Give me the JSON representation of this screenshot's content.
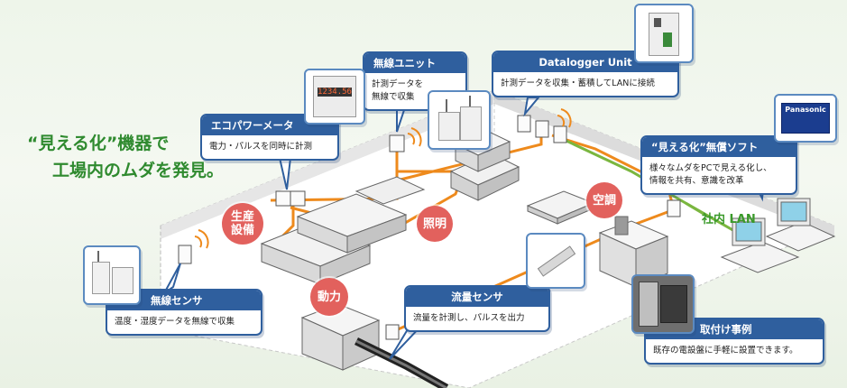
{
  "headline": {
    "line1": "“見える化”機器で",
    "line2": "工場内のムダを発見。"
  },
  "callouts": {
    "eco_power": {
      "title": "エコパワーメータ",
      "desc": "電力・パルスを同時に計測"
    },
    "wireless_unit": {
      "title": "無線ユニット",
      "desc": "計測データを\n無線で収集"
    },
    "datalogger": {
      "title": "Datalogger Unit",
      "desc": "計測データを収集・蓄積してLANに接続"
    },
    "software": {
      "title": "“見える化”無償ソフト",
      "desc": "様々なムダをPCで見える化し、\n情報を共有、意識を改革"
    },
    "wireless_sensor": {
      "title": "無線センサ",
      "desc": "温度・湿度データを無線で収集"
    },
    "flow_sensor": {
      "title": "流量センサ",
      "desc": "流量を計測し、パルスを出力"
    },
    "install_example": {
      "title": "取付け事例",
      "desc": "既存の電設盤に手軽に設置できます。"
    }
  },
  "circles": {
    "production": "生産\n設備",
    "lighting": "照明",
    "aircon": "空調",
    "power": "動力"
  },
  "lan_label": "社内 LAN",
  "software_brand": "Panasonic",
  "meter_display": "1234.56",
  "colors": {
    "orange_line": "#ee8a1c",
    "green_line": "#7ab63f",
    "callout_blue": "#2f5f9e",
    "circle_red": "#e2615d"
  }
}
